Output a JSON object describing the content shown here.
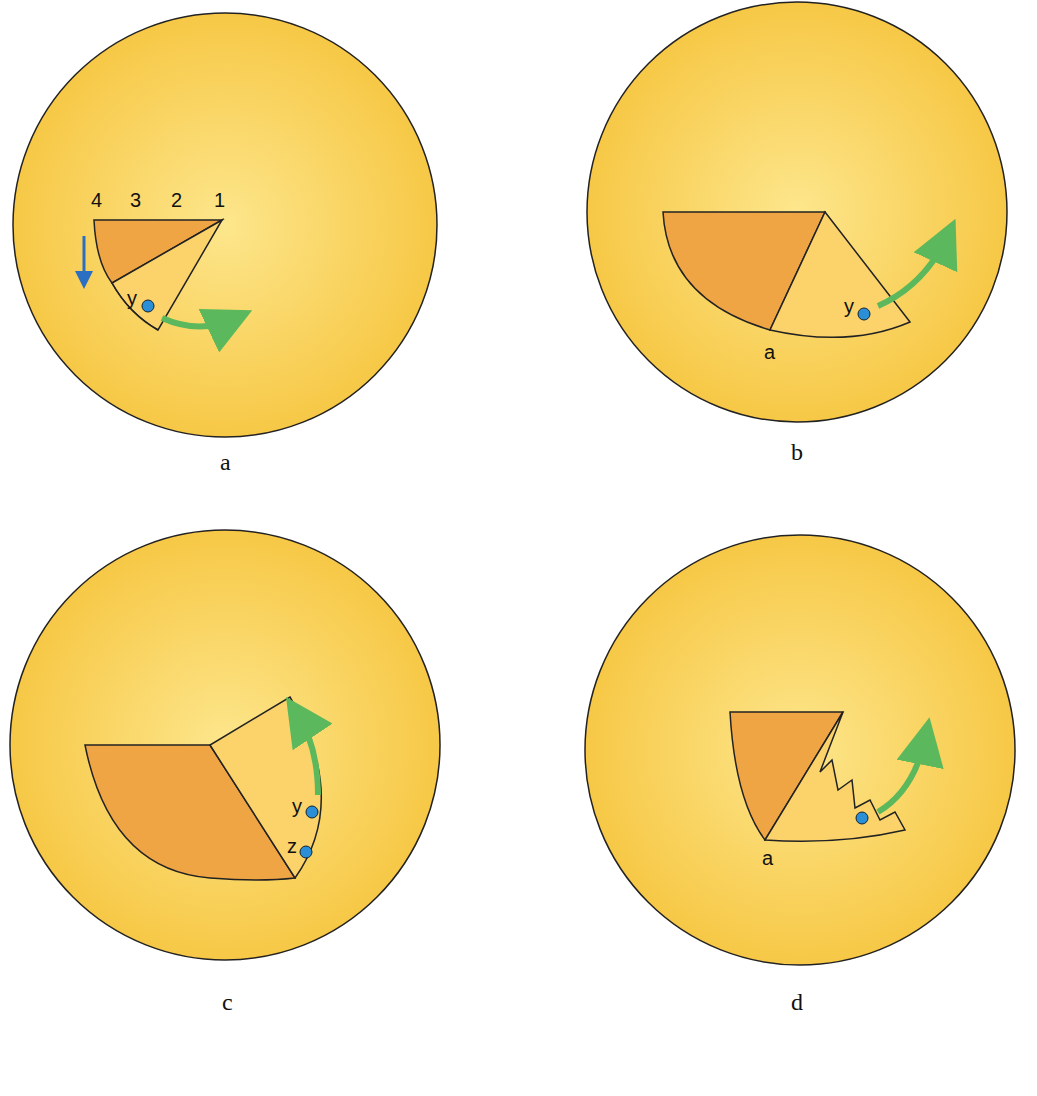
{
  "diagram": {
    "labels": [
      "4",
      "3",
      "2",
      "1",
      "y",
      "a",
      "y",
      "a",
      "b",
      "y",
      "z",
      "c",
      "a",
      "d"
    ]
  }
}
